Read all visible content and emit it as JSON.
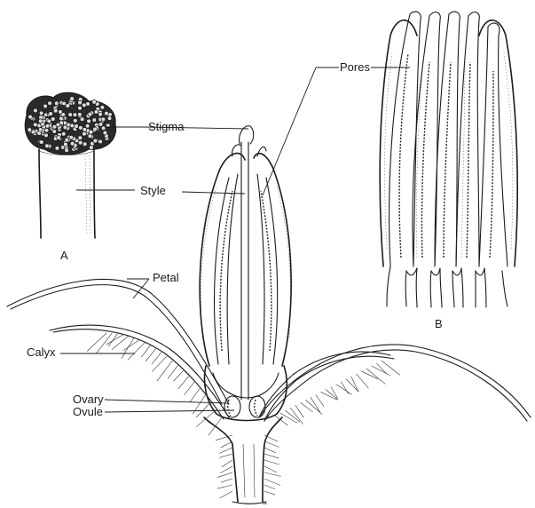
{
  "labels": {
    "stigma": "Stigma",
    "style": "Style",
    "pores": "Pores",
    "petal": "Petal",
    "calyx": "Calyx",
    "ovary": "Ovary",
    "ovule": "Ovule",
    "panel_a": "A",
    "panel_b": "B"
  }
}
